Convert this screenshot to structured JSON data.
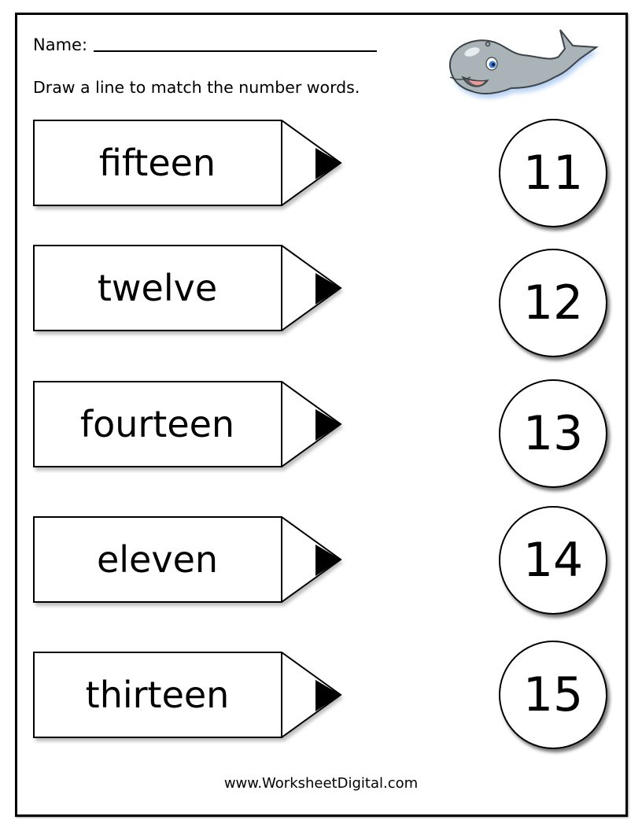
{
  "header": {
    "name_label": "Name:",
    "instructions": "Draw a line to match the number words."
  },
  "illustration": {
    "icon": "whale-icon",
    "alt": "cartoon whale"
  },
  "words": [
    {
      "label": "fifteen"
    },
    {
      "label": "twelve"
    },
    {
      "label": "fourteen"
    },
    {
      "label": "eleven"
    },
    {
      "label": "thirteen"
    }
  ],
  "numbers": [
    {
      "label": "11"
    },
    {
      "label": "12"
    },
    {
      "label": "13"
    },
    {
      "label": "14"
    },
    {
      "label": "15"
    }
  ],
  "footer": {
    "site": "www.WorksheetDigital.com"
  },
  "colors": {
    "whale_body": "#a9b3b8",
    "whale_shadow": "#b9d3f4",
    "eye": "#3a7bd5",
    "tongue": "#f19a9a"
  }
}
